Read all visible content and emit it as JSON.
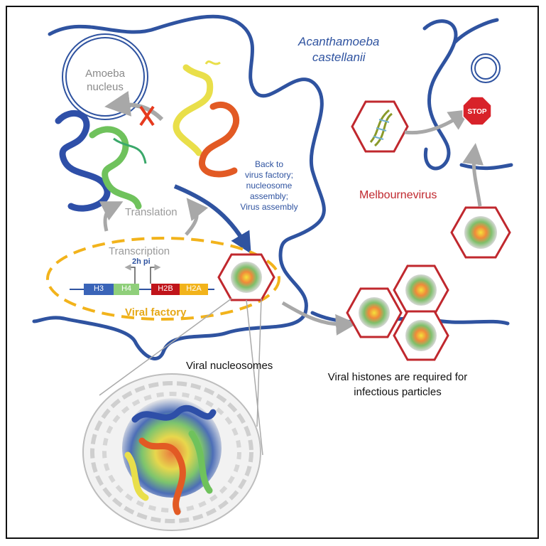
{
  "organism": {
    "line1": "Acanthamoeba",
    "line2": "castellanii"
  },
  "nucleus": {
    "line1": "Amoeba",
    "line2": "nucleus"
  },
  "back_to_factory": {
    "line1": "Back to",
    "line2": "virus factory;",
    "line3": "nucleosome",
    "line4": "assembly;",
    "line5": "Virus assembly"
  },
  "virus_name": "Melbournevirus",
  "stop_sign": "STOP",
  "translation": "Translation",
  "transcription": "Transcription",
  "time_label": "2h pi",
  "genes": [
    "H3",
    "H4",
    "H2B",
    "H2A"
  ],
  "factory_label": "Viral factory",
  "nucleosomes_label": "Viral nucleosomes",
  "conclusion": {
    "line1": "Viral histones are required for",
    "line2": "infectious particles"
  },
  "colors": {
    "membrane": "#2f53a0",
    "hexagon": "#c0282e",
    "factory": "#f2b31b",
    "arrow": "#a8a8a8",
    "h3": "#3a64b8",
    "h4": "#8fcf7a",
    "h2b": "#c0141a",
    "h2a": "#f2b31b"
  }
}
